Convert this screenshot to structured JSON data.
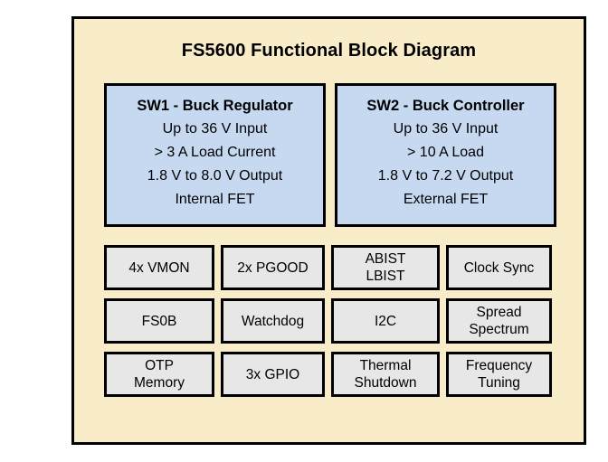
{
  "page": {
    "title": "FS5600 Functional Block Diagram",
    "background_color": "#ffffff",
    "panel_color": "#f8edc8",
    "border_color": "#000000"
  },
  "blocks": [
    {
      "id": "sw1",
      "title": "SW1 - Buck Regulator",
      "fill_color": "#c6d9f1",
      "lines": [
        "Up to 36 V Input",
        "> 3 A Load Current",
        "1.8 V to 8.0 V Output",
        "Internal FET"
      ]
    },
    {
      "id": "sw2",
      "title": "SW2 - Buck Controller",
      "fill_color": "#c6d9f1",
      "lines": [
        "Up to 36 V Input",
        "> 10 A Load",
        "1.8 V to 7.2 V Output",
        "External FET"
      ]
    }
  ],
  "features": {
    "fill_color": "#e7e7e7",
    "rows": [
      [
        {
          "line1": "4x VMON",
          "line2": ""
        },
        {
          "line1": "2x PGOOD",
          "line2": ""
        },
        {
          "line1": "ABIST",
          "line2": "LBIST"
        },
        {
          "line1": "Clock Sync",
          "line2": ""
        }
      ],
      [
        {
          "line1": "FS0B",
          "line2": ""
        },
        {
          "line1": "Watchdog",
          "line2": ""
        },
        {
          "line1": "I2C",
          "line2": ""
        },
        {
          "line1": "Spread",
          "line2": "Spectrum"
        }
      ],
      [
        {
          "line1": "OTP",
          "line2": "Memory"
        },
        {
          "line1": "3x GPIO",
          "line2": ""
        },
        {
          "line1": "Thermal",
          "line2": "Shutdown"
        },
        {
          "line1": "Frequency",
          "line2": "Tuning"
        }
      ]
    ]
  }
}
